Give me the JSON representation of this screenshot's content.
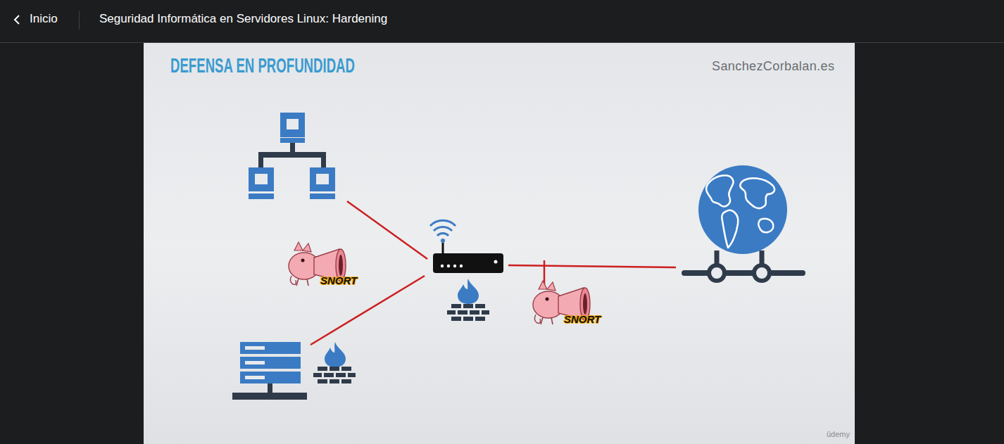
{
  "diagram": {
    "title": "DEFENSA EN PROFUNDIDAD",
    "labels": [
      "Inicio",
      "Seguridad Informática en Servidores Linux: Hardening",
      "SanchezCorbalan.es",
      "SNORT",
      "SNORT",
      "ûdemy"
    ]
  }
}
